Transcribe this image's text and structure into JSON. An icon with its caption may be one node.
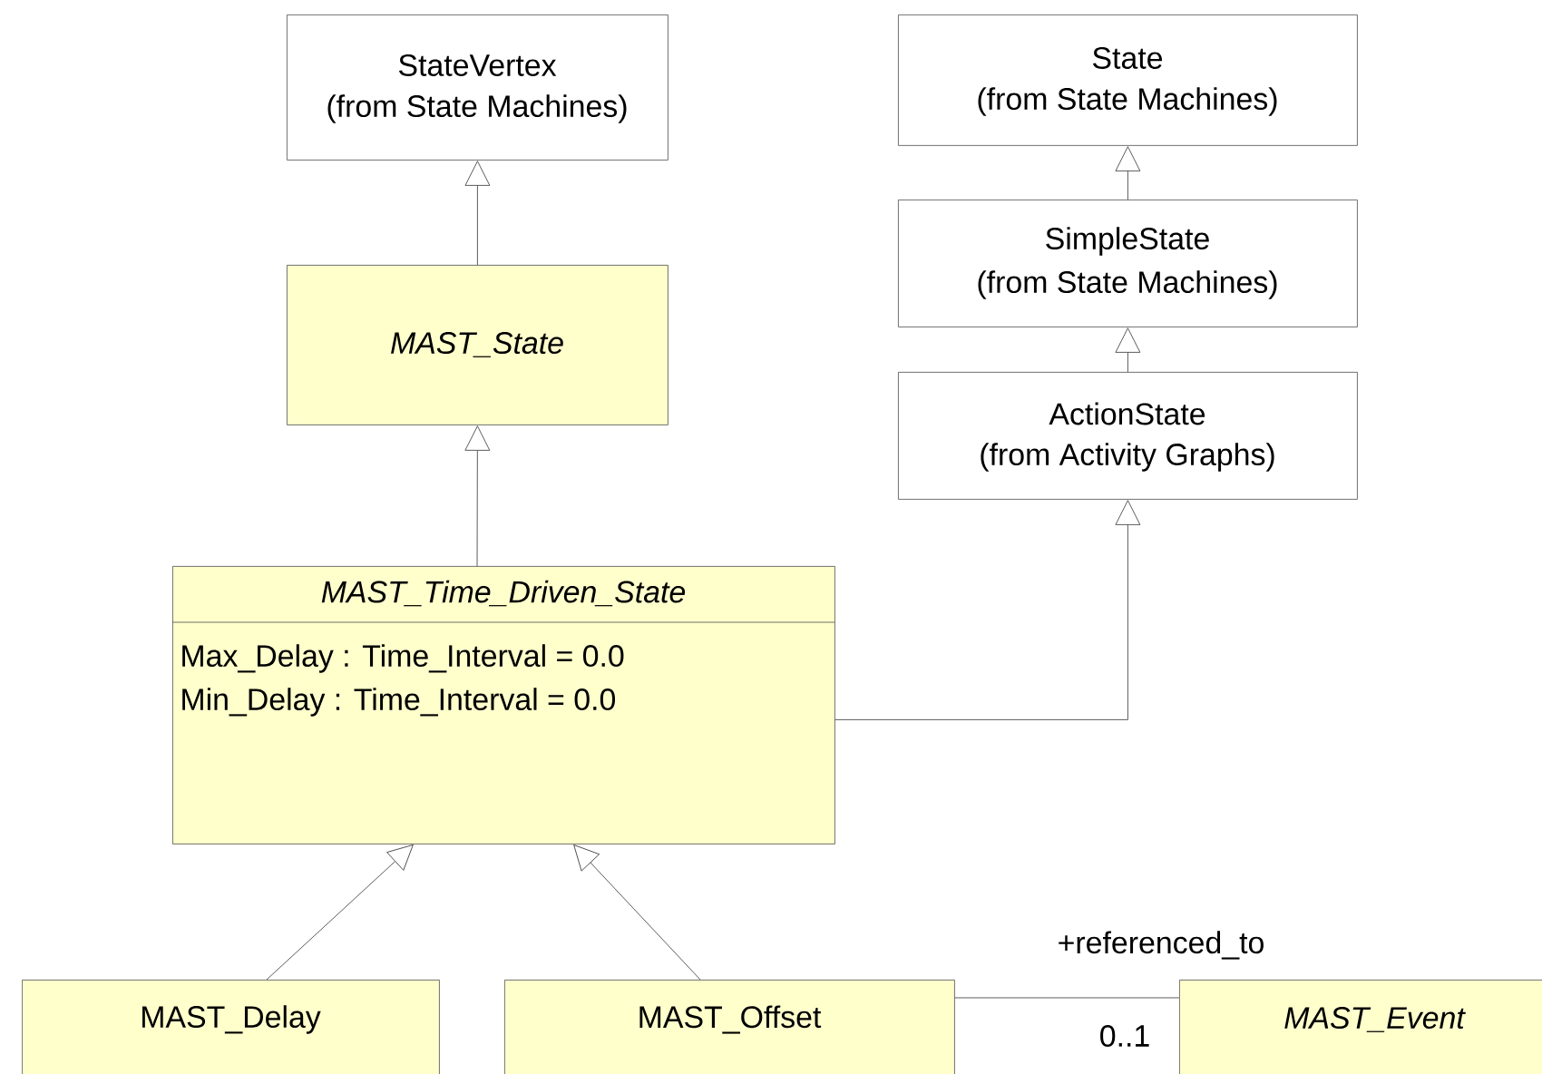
{
  "diagram": {
    "nodes": [
      {
        "text": [
          "StateVertex",
          "(from State Machines)"
        ]
      },
      {
        "text": [
          "MAST_State"
        ]
      },
      {
        "text": [
          "State",
          "(from State Machines)"
        ]
      },
      {
        "text": [
          "SimpleState",
          "(from State Machines)"
        ]
      },
      {
        "text": [
          "ActionState",
          "(from Activity Graphs)"
        ]
      },
      {
        "text": [
          "MAST_Time_Driven_State",
          "Max_Delay : Time_Interval = 0.0",
          "Min_Delay : Time_Interval = 0.0"
        ]
      },
      {
        "text": [
          "MAST_Delay"
        ]
      },
      {
        "text": [
          "MAST_Offset"
        ]
      },
      {
        "text": [
          "MAST_Event"
        ]
      }
    ],
    "edges": [
      {
        "from": 1,
        "to": 0,
        "arrow": "to"
      },
      {
        "from": 3,
        "to": 2,
        "arrow": "to"
      },
      {
        "from": 4,
        "to": 3,
        "arrow": "to"
      },
      {
        "from": 5,
        "to": 1,
        "arrow": "to"
      },
      {
        "from": 5,
        "to": 4,
        "arrow": "to"
      },
      {
        "from": 6,
        "to": 5,
        "arrow": "to"
      },
      {
        "from": 7,
        "to": 5,
        "arrow": "to"
      },
      {
        "from": 7,
        "to": 8,
        "arrow": "none",
        "label": "+referenced_to"
      }
    ],
    "labels": [
      "0..1"
    ]
  }
}
